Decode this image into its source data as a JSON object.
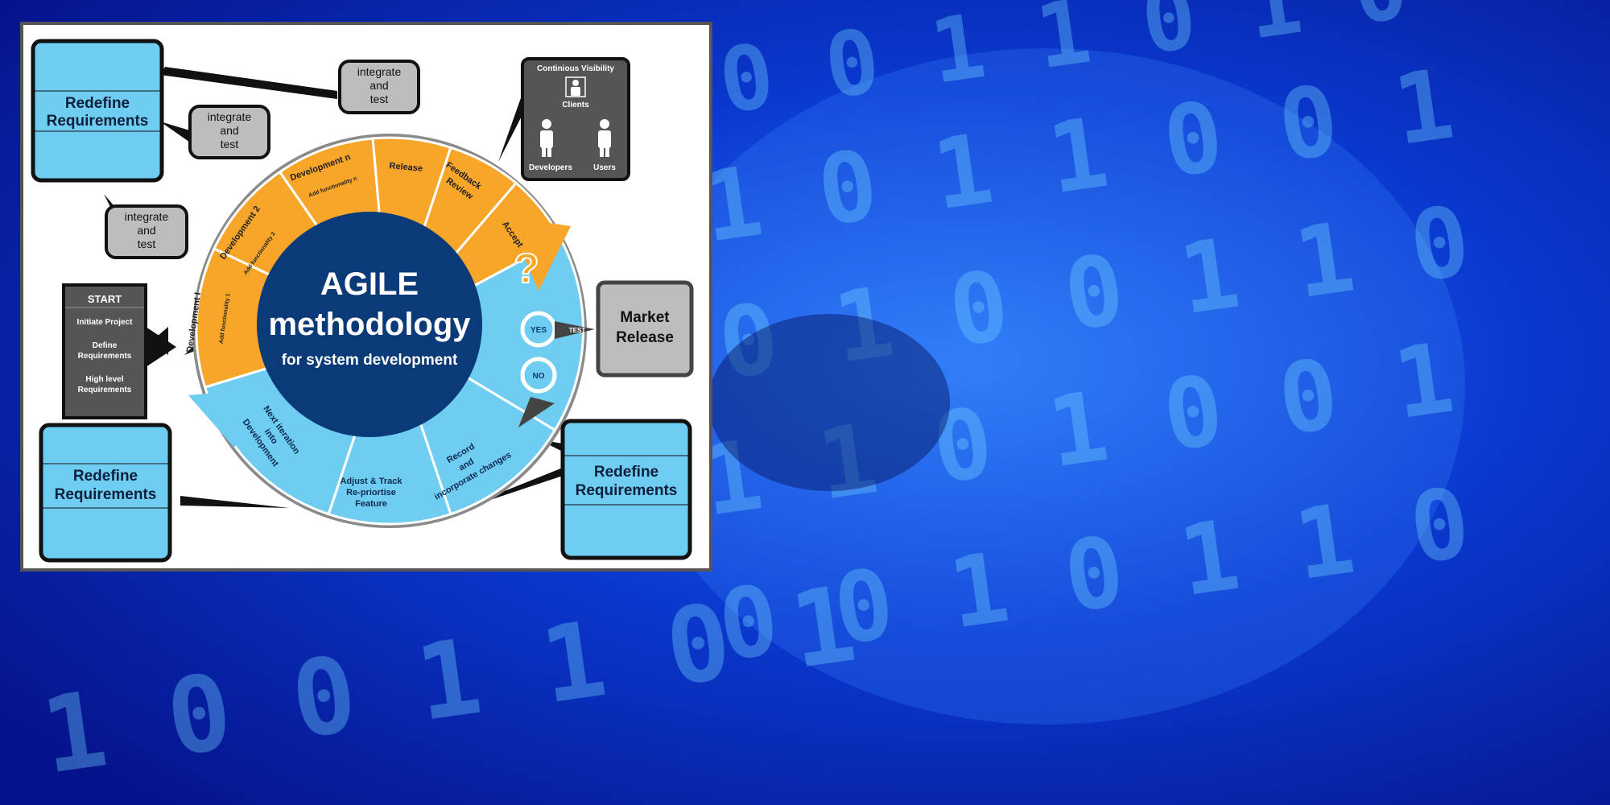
{
  "background": {
    "colors": {
      "deep": "#05138a",
      "mid": "#0a3ad0",
      "glow": "#3a86ff",
      "digits": "#6fd0ff"
    },
    "binary_rows": [
      "0 0 1 1 0 1 0",
      "1 0 1 1 0 0 1",
      "0 1 0 0 1 1 0",
      "1 1 0 1 0 0 1",
      "0 0 1 0 1 1 0",
      "1 0 0 1 1 0 1"
    ]
  },
  "diagram": {
    "colors": {
      "orange": "#f7a62a",
      "light_blue": "#6fcdf2",
      "navy": "#0a3a78",
      "ring_gray": "#8a8a8a",
      "box_gray": "#bdbdbd",
      "dark_box": "#555555"
    },
    "center": {
      "title": "AGILE",
      "subtitle": "methodology",
      "caption": "for system development"
    },
    "segments": {
      "development_1": {
        "title": "Development I",
        "sub": "Add functionality 1"
      },
      "development_2": {
        "title": "Development 2",
        "sub": "Add functionality 2"
      },
      "development_n": {
        "title": "Development n",
        "sub": "Add functionality n"
      },
      "release": "Release",
      "feedback_review": [
        "Feedback",
        "Review"
      ],
      "accept": "Accept",
      "question": "?",
      "record": [
        "Record",
        "and",
        "incorporate changes"
      ],
      "adjust": [
        "Adjust & Track",
        "Re-priortise",
        "Feature"
      ],
      "next_iteration": [
        "Next iteration",
        "into",
        "Development"
      ]
    },
    "decision": {
      "yes": "YES",
      "no": "NO",
      "test": "TEST"
    },
    "redefine_top": [
      "Redefine",
      "Requirements"
    ],
    "redefine_bottom_left": [
      "Redefine",
      "Requirements"
    ],
    "redefine_bottom_right": [
      "Redefine",
      "Requirements"
    ],
    "integrate_1": [
      "integrate",
      "and",
      "test"
    ],
    "integrate_2": [
      "integrate",
      "and",
      "test"
    ],
    "integrate_3": [
      "integrate",
      "and",
      "test"
    ],
    "start_box": {
      "title": "START",
      "items": [
        "Initiate Project",
        "Define",
        "Requirements",
        "High level",
        "Requirements"
      ]
    },
    "visibility_box": {
      "title": "Continious Visibility",
      "clients": "Clients",
      "developers": "Developers",
      "users": "Users"
    },
    "market_release": [
      "Market",
      "Release"
    ]
  }
}
